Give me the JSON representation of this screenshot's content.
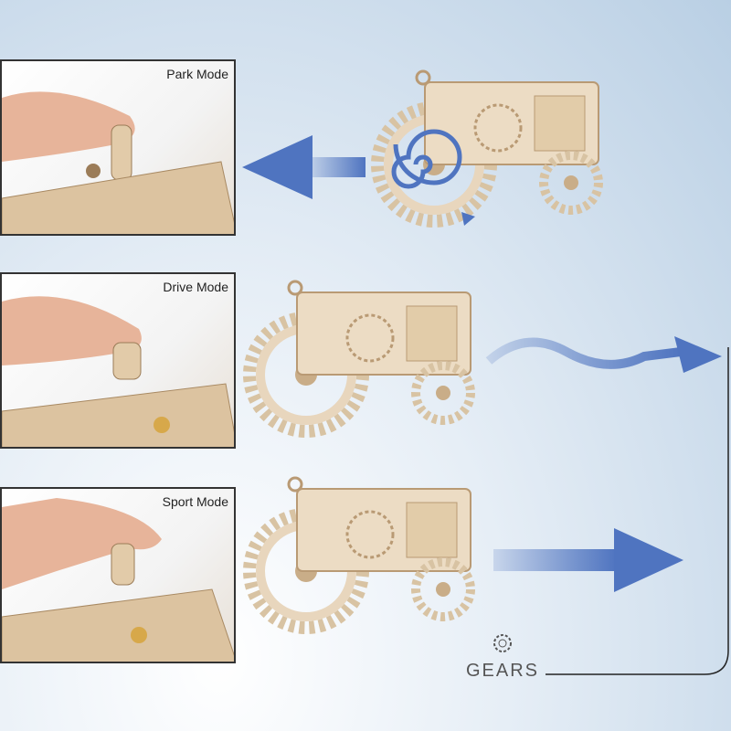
{
  "modes": [
    {
      "label": "Park Mode"
    },
    {
      "label": "Drive Mode"
    },
    {
      "label": "Sport Mode"
    }
  ],
  "logo": {
    "text": "GEARS"
  },
  "colors": {
    "arrow": "#4f74c0",
    "wood": "#e8d6bd",
    "wood_dark": "#b99a74",
    "frame": "#333333"
  }
}
